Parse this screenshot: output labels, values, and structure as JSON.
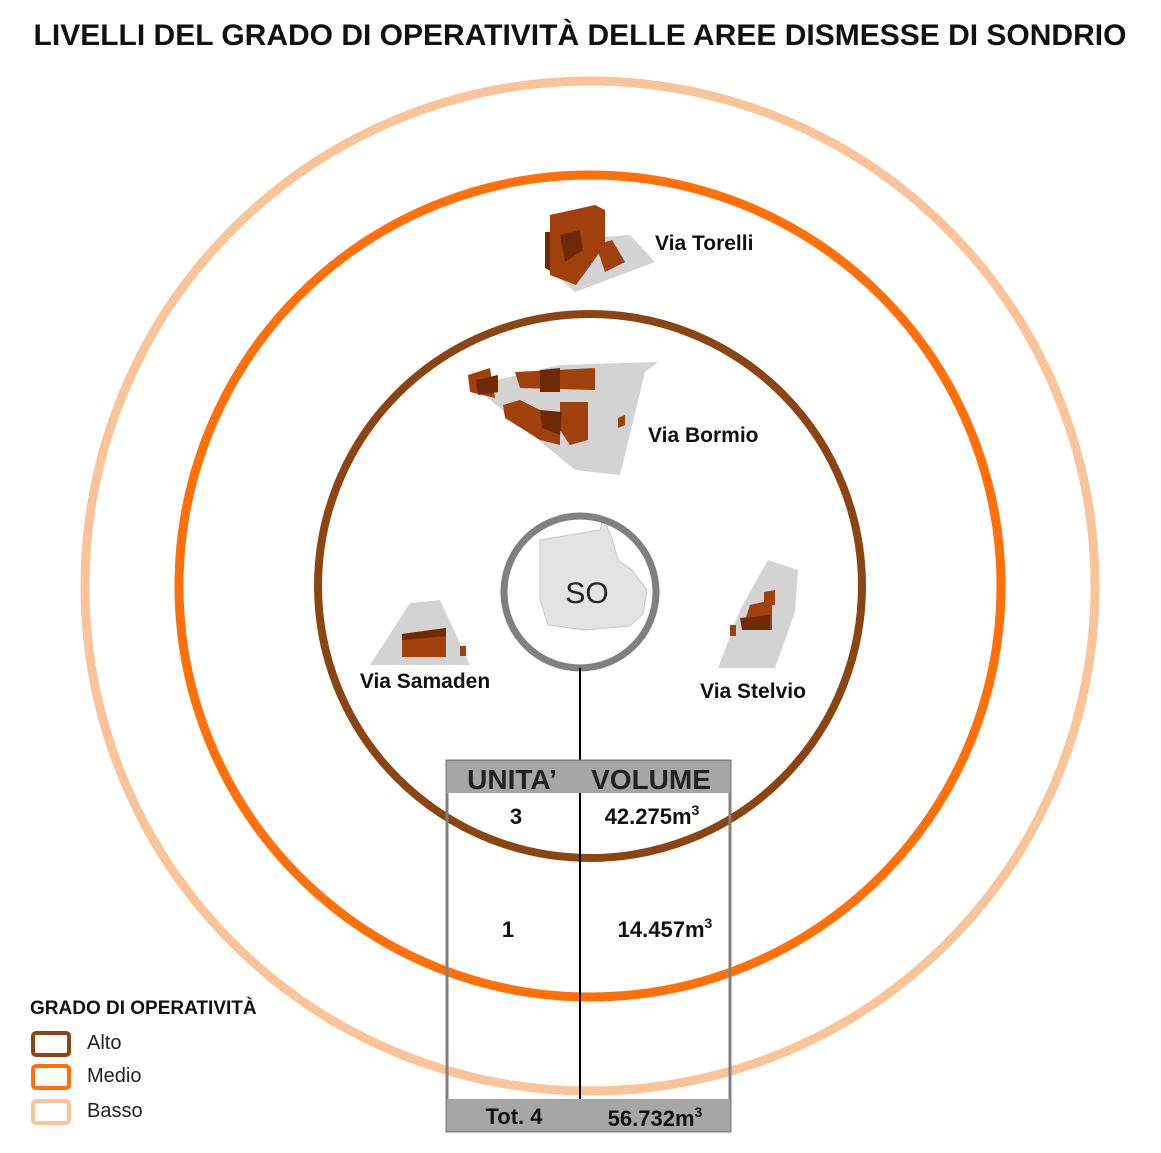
{
  "title": "LIVELLI DEL GRADO DI OPERATIVITÀ DELLE AREE DISMESSE DI SONDRIO",
  "center": {
    "label": "SO"
  },
  "levels": [
    {
      "key": "alto",
      "label": "Alto",
      "color": "#8B4513"
    },
    {
      "key": "medio",
      "label": "Medio",
      "color": "#FF6F0A"
    },
    {
      "key": "basso",
      "label": "Basso",
      "color": "#F9C49A"
    }
  ],
  "center_ring_color": "#808080",
  "building_color": "#A0410D",
  "footprint_color": "#D3D3D3",
  "sites": [
    {
      "name": "Via Torelli",
      "level": "Medio"
    },
    {
      "name": "Via Bormio",
      "level": "Alto"
    },
    {
      "name": "Via Samaden",
      "level": "Alto"
    },
    {
      "name": "Via Stelvio",
      "level": "Alto"
    }
  ],
  "table": {
    "header_units": "UNITA’",
    "header_volume": "VOLUME",
    "header_color": "#A6A6A6",
    "rows": [
      {
        "level": "Alto",
        "units": "3",
        "volume_number": "42.275m",
        "volume_sup": "3"
      },
      {
        "level": "Medio",
        "units": "1",
        "volume_number": "14.457m",
        "volume_sup": "3"
      },
      {
        "level": "Basso",
        "units": "",
        "volume_number": "",
        "volume_sup": ""
      }
    ],
    "total_units": "Tot. 4",
    "total_volume_number": "56.732m",
    "total_volume_sup": "3"
  },
  "legend": {
    "title": "GRADO DI OPERATIVITÀ"
  }
}
